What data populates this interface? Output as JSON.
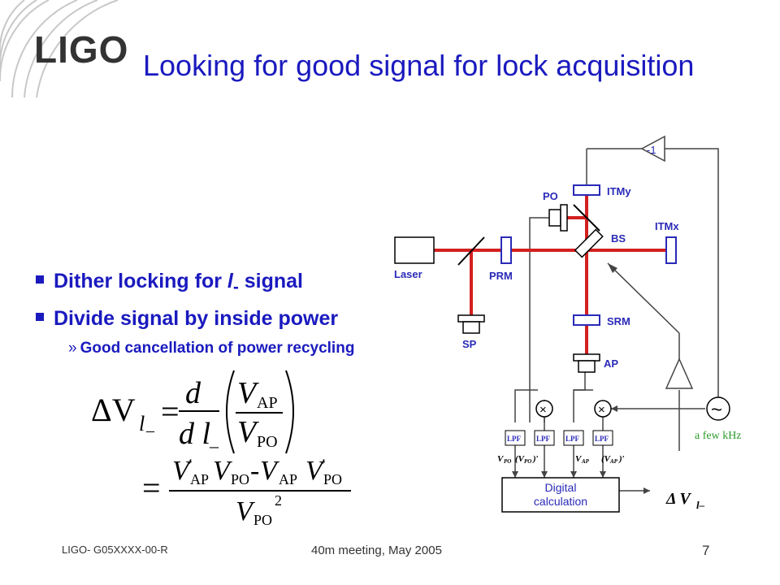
{
  "logo": "LIGO",
  "title": "Looking for good signal for lock acquisition",
  "bullets": [
    {
      "text_prefix": "Dither locking for ",
      "var": "l",
      "sub": "-",
      "text_suffix": " signal"
    },
    {
      "text": "Divide signal by inside power"
    }
  ],
  "sub_bullet": {
    "marker": "»",
    "text": "Good cancellation of power recycling"
  },
  "equation": {
    "lhs": "ΔV",
    "lhs_sub": "l",
    "minus_sub": "–",
    "d": "d",
    "dl": "d l",
    "v": "V",
    "ap": "AP",
    "po": "PO",
    "prime": "′",
    "sq": "2",
    "eq": "=",
    "dash": "-"
  },
  "diagram": {
    "labels": {
      "laser": "Laser",
      "prm": "PRM",
      "sp": "SP",
      "po": "PO",
      "itmy": "ITMy",
      "itmx": "ITMx",
      "bs": "BS",
      "srm": "SRM",
      "ap": "AP",
      "minus_one": "-1",
      "lpf": "LPF",
      "mixer": "×",
      "osc": "~",
      "freq": "a few kHz",
      "digital_line1": "Digital",
      "digital_line2": "calculation",
      "delta_v": "Δ V",
      "delta_v_sub": "l–",
      "vpo": "V",
      "vpo_sub": "PO",
      "vpo_prime": "(V",
      "vpo_prime_sub": "PO",
      "vpo_prime_end": ")′",
      "vap": "V",
      "vap_sub": "AP",
      "vap_prime": "(V",
      "vap_prime_sub": "AP",
      "vap_prime_end": ")′"
    },
    "colors": {
      "beam": "#d42020",
      "optic": "#2a2ab8",
      "label": "#2a2ab8",
      "line": "#444444",
      "freq": "#2a9a2a"
    }
  },
  "footer": {
    "left": "LIGO- G05XXXX-00-R",
    "middle": "40m meeting, May 2005",
    "page": "7"
  }
}
